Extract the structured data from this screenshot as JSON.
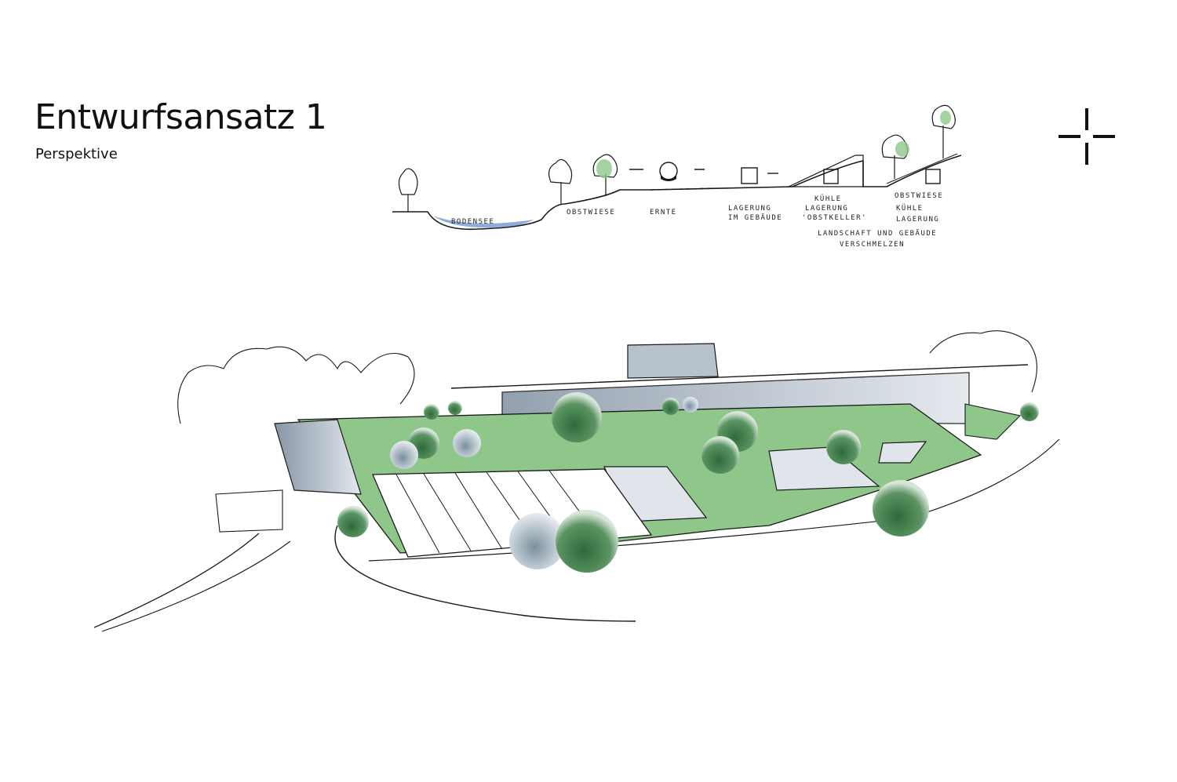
{
  "header": {
    "title": "Entwurfsansatz 1",
    "subtitle": "Perspektive"
  },
  "icons": {
    "logo": "crosshair-plus-icon"
  },
  "section_labels": {
    "bodensee": "BODENSEE",
    "obstwiese": "OBSTWIESE",
    "ernte": "ERNTE",
    "lagerung_line1": "LAGERUNG",
    "lagerung_line2": "IM GEBÄUDE",
    "kuehle_line1": "KÜHLE",
    "kuehle_line2": "LAGERUNG",
    "kuehle_line3": "'OBSTKELLER'",
    "obstwiese2_line1": "OBSTWIESE",
    "obstwiese2_line2": "KÜHLE",
    "obstwiese2_line3": "LAGERUNG",
    "landschaft_line1": "LANDSCHAFT UND GEBÄUDE",
    "landschaft_line2": "VERSCHMELZEN"
  },
  "colors": {
    "ink": "#1a1a1a",
    "roof_green": "#8fc78a",
    "tree_green": "#3f7a45",
    "water_blue": "#7d9fd0",
    "glass": "#a9b5c2"
  }
}
